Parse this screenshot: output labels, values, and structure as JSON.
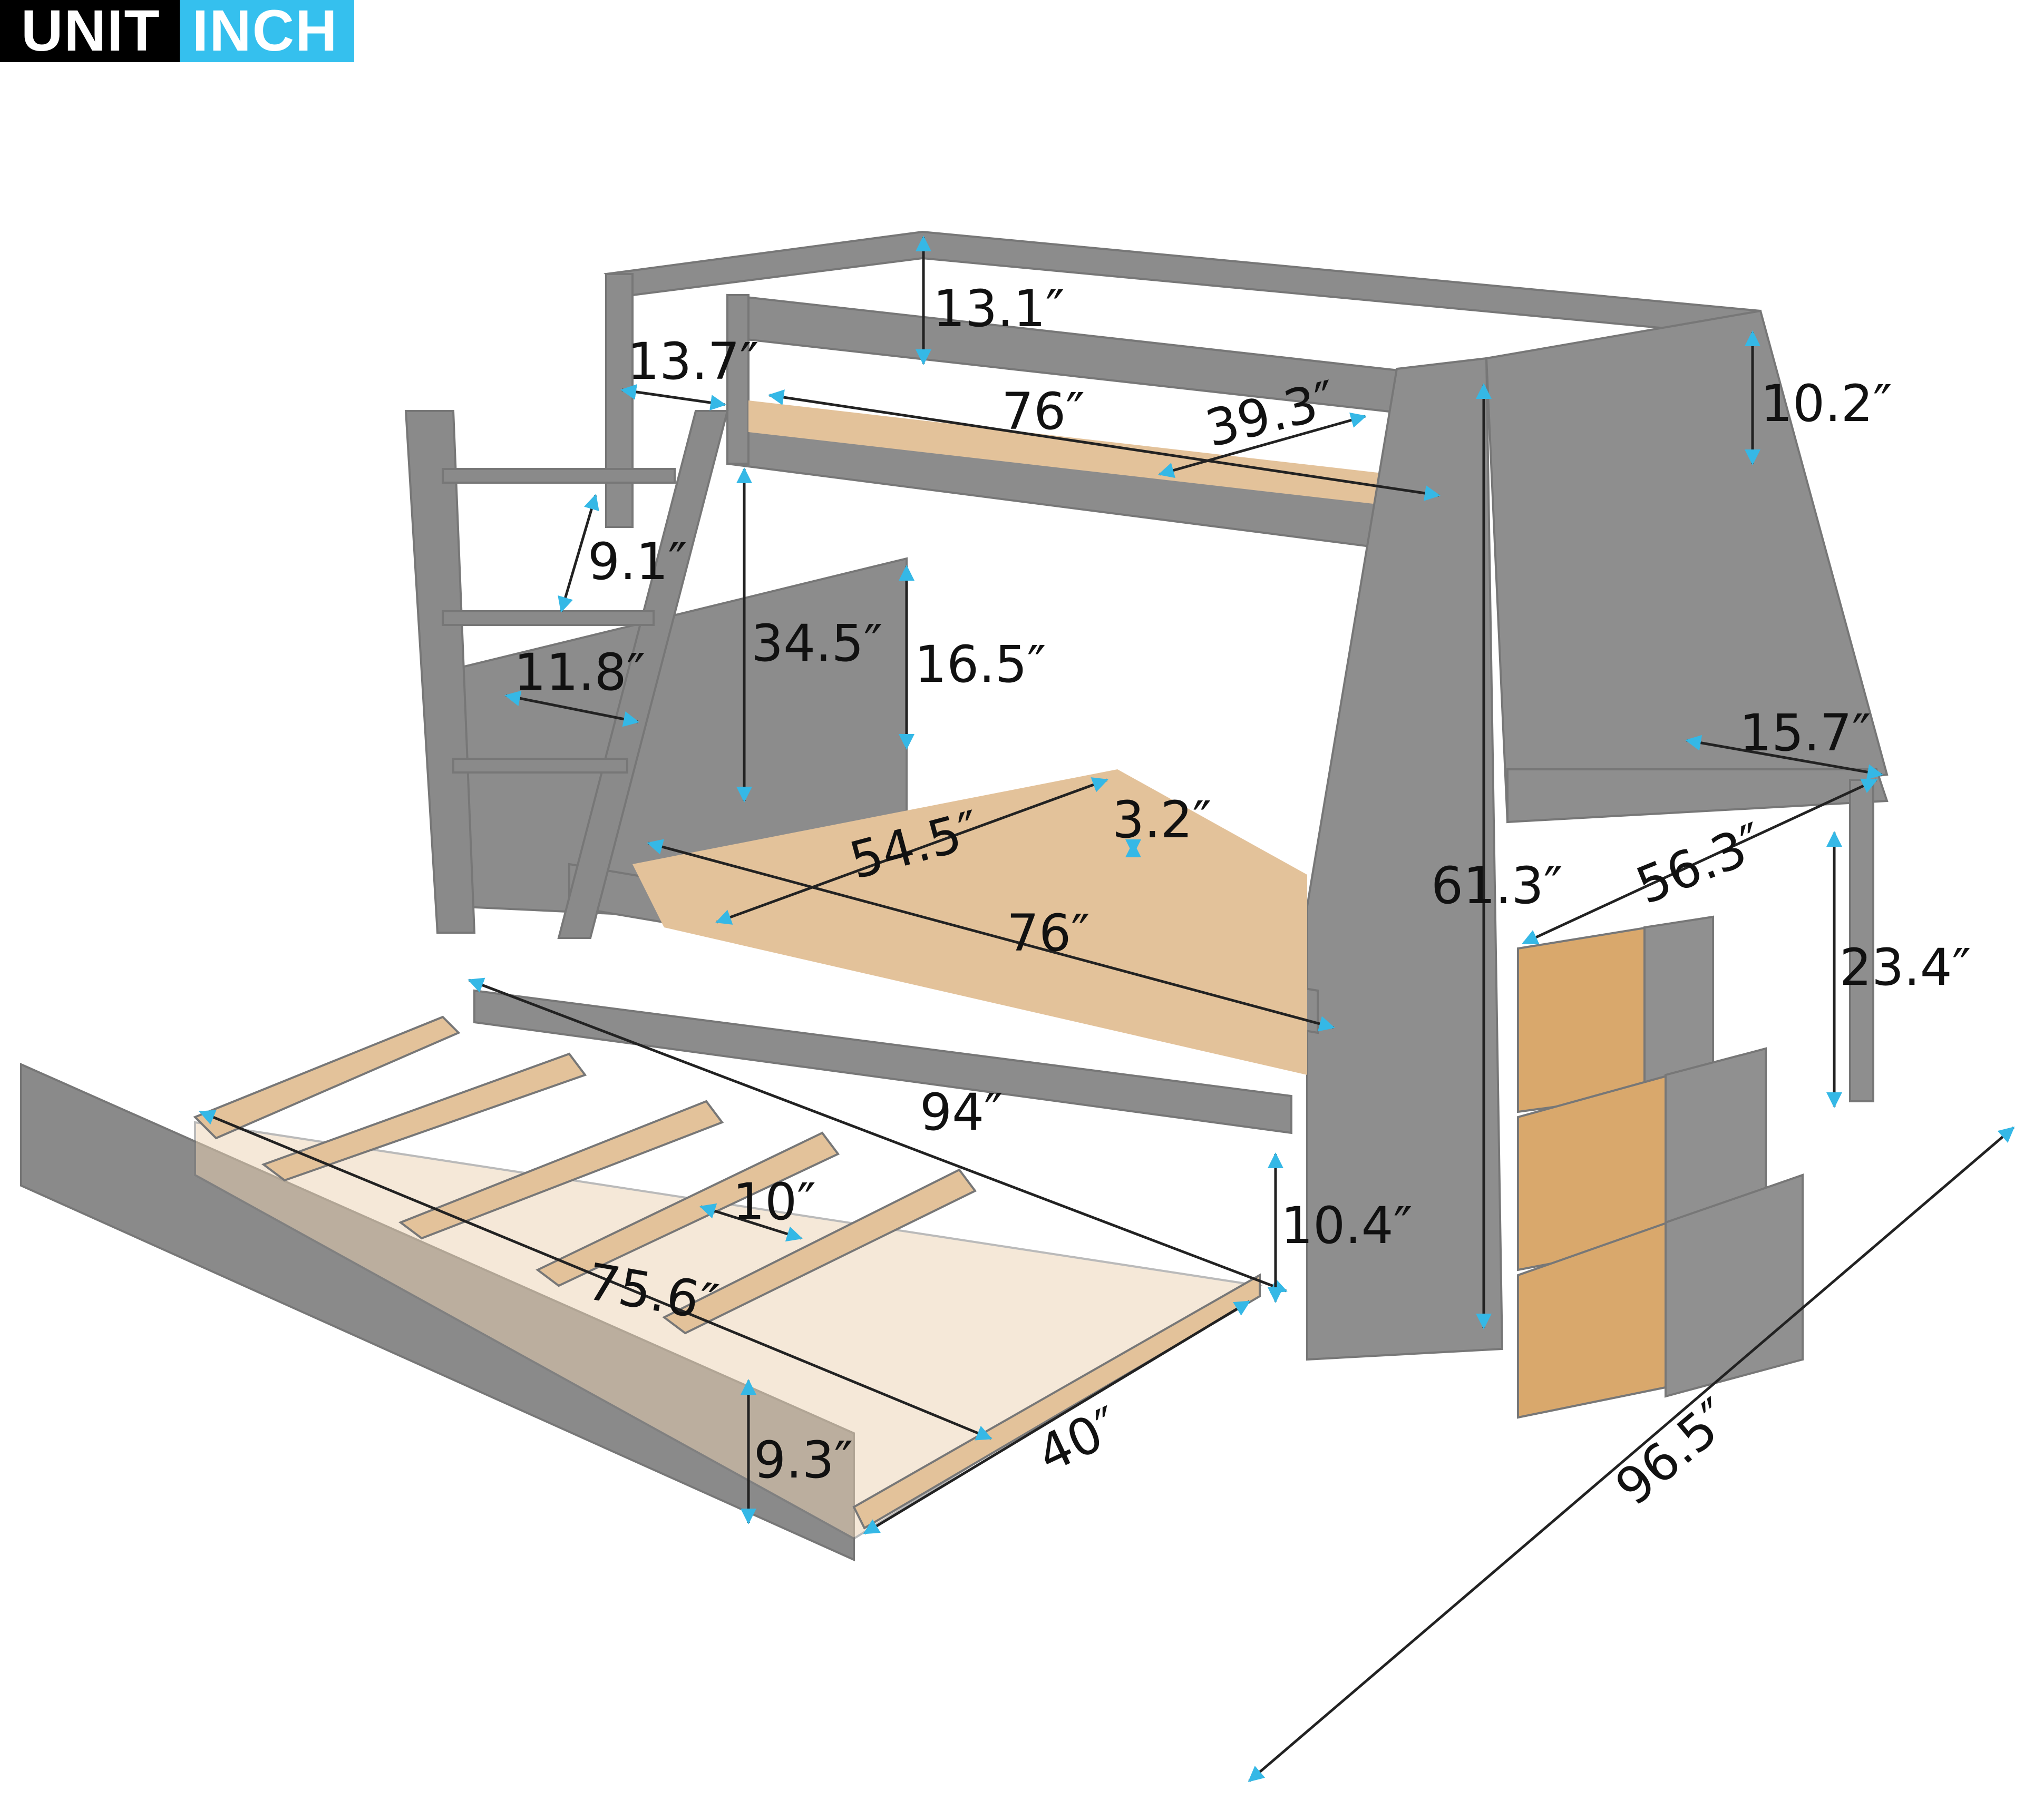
{
  "header": {
    "unit_key": "UNIT",
    "unit_value": "INCH"
  },
  "colors": {
    "frame": "#8a8a8a",
    "frame_dark": "#707070",
    "slat": "#e3c29a",
    "arrow": "#35b8e6",
    "badge_bg": "#000000",
    "badge_accent": "#35c0ee"
  },
  "dimensions": {
    "top_guardrail_height": "13.1″",
    "top_rail_inset": "13.7″",
    "top_bed_length": "76″",
    "top_bed_width": "39.3″",
    "shelf_height": "10.2″",
    "ladder_step_spacing": "9.1″",
    "ladder_width": "11.8″",
    "bunk_clearance": "34.5″",
    "lower_headboard_height": "16.5″",
    "desk_depth": "15.7″",
    "lower_bed_width": "54.5″",
    "slat_gap": "3.2″",
    "lower_bed_length": "76″",
    "total_height": "61.3″",
    "desk_length": "56.3″",
    "desk_height": "23.4″",
    "overall_length": "94″",
    "trundle_slat_gap": "10″",
    "trundle_clearance": "10.4″",
    "trundle_length": "75.6″",
    "trundle_height": "9.3″",
    "trundle_width": "40″",
    "overall_width": "96.5″"
  }
}
